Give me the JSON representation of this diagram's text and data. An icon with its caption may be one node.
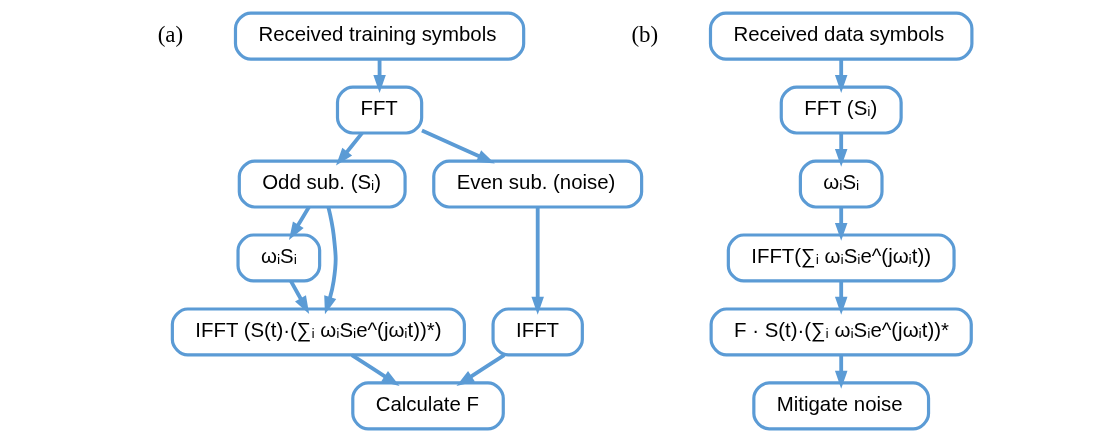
{
  "diagram": {
    "nodes": [
      {
        "text": [
          "Received training symbols"
        ]
      },
      {
        "text": [
          "FFT"
        ]
      },
      {
        "text": [
          "Odd sub. (Sᵢ)"
        ]
      },
      {
        "text": [
          "Even sub. (noise)"
        ]
      },
      {
        "text": [
          "ωᵢSᵢ"
        ]
      },
      {
        "text": [
          "IFFT (S(t)·(∑ᵢ ωᵢSᵢe^(jωᵢt))*)"
        ]
      },
      {
        "text": [
          "IFFT"
        ]
      },
      {
        "text": [
          "Calculate F"
        ]
      },
      {
        "text": [
          "Received data symbols"
        ]
      },
      {
        "text": [
          "FFT (Sᵢ)"
        ]
      },
      {
        "text": [
          "ωᵢSᵢ"
        ]
      },
      {
        "text": [
          "IFFT(∑ᵢ ωᵢSᵢe^(jωᵢt))"
        ]
      },
      {
        "text": [
          "F · S(t)·(∑ᵢ ωᵢSᵢe^(jωᵢt))*"
        ]
      },
      {
        "text": [
          "Mitigate noise"
        ]
      }
    ],
    "edges": [
      {
        "from": 0,
        "to": 1,
        "arrow": "to"
      },
      {
        "from": 1,
        "to": 2,
        "arrow": "to"
      },
      {
        "from": 1,
        "to": 3,
        "arrow": "to"
      },
      {
        "from": 2,
        "to": 4,
        "arrow": "to"
      },
      {
        "from": 2,
        "to": 5,
        "arrow": "to"
      },
      {
        "from": 4,
        "to": 5,
        "arrow": "to"
      },
      {
        "from": 3,
        "to": 6,
        "arrow": "to"
      },
      {
        "from": 5,
        "to": 7,
        "arrow": "to"
      },
      {
        "from": 6,
        "to": 7,
        "arrow": "to"
      },
      {
        "from": 8,
        "to": 9,
        "arrow": "to"
      },
      {
        "from": 9,
        "to": 10,
        "arrow": "to"
      },
      {
        "from": 10,
        "to": 11,
        "arrow": "to"
      },
      {
        "from": 11,
        "to": 12,
        "arrow": "to"
      },
      {
        "from": 12,
        "to": 13,
        "arrow": "to"
      }
    ],
    "labels": [
      "(a)",
      "(b)"
    ]
  }
}
